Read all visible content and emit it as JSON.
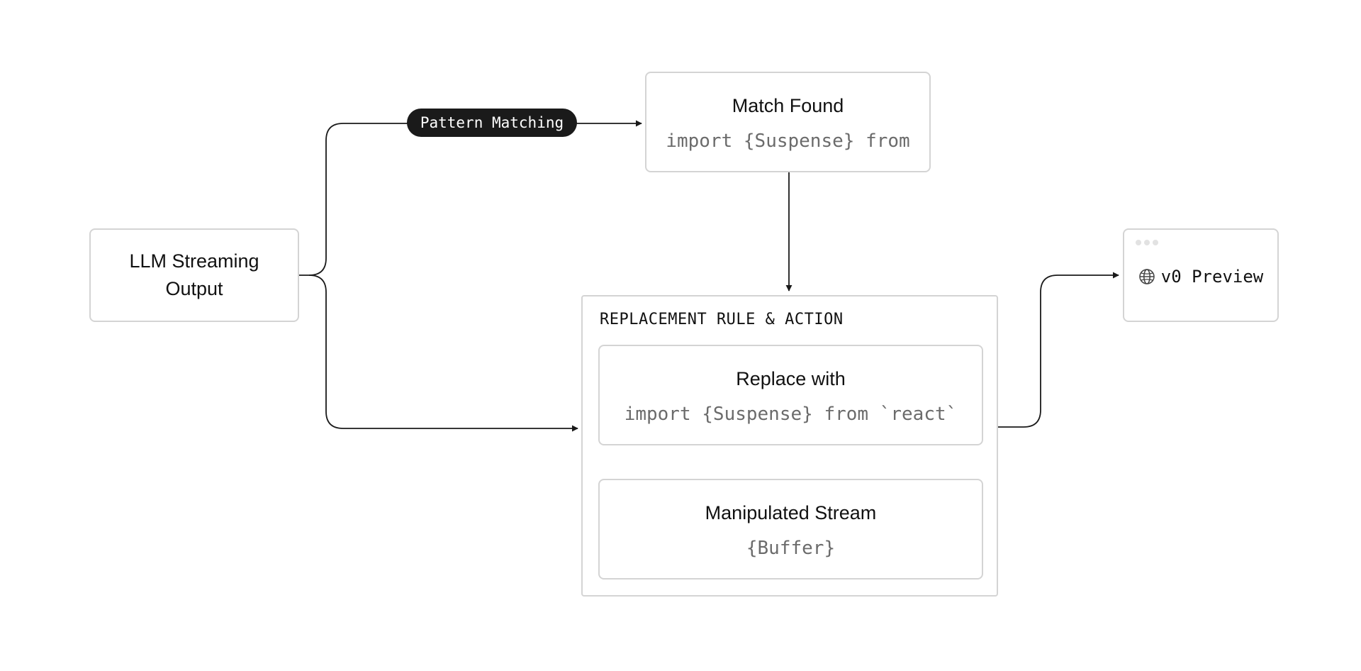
{
  "nodes": {
    "llm_output": {
      "title_line1": "LLM Streaming",
      "title_line2": "Output"
    },
    "pattern_label": "Pattern Matching",
    "match_found": {
      "title": "Match Found",
      "code": "import {Suspense} from"
    },
    "replacement_group": {
      "label": "REPLACEMENT RULE & ACTION",
      "replace": {
        "title": "Replace with",
        "code": "import {Suspense} from `react`"
      },
      "manipulated": {
        "title": "Manipulated Stream",
        "code": "{Buffer}"
      }
    },
    "preview": {
      "icon": "globe-icon",
      "label": "v0 Preview"
    }
  },
  "colors": {
    "line": "#1a1a1a",
    "dashed_line": "#b3b3b3",
    "border": "#d4d4d4",
    "code_text": "#6b6b6b",
    "pill_bg": "#1a1a1a",
    "pill_text": "#ffffff"
  }
}
